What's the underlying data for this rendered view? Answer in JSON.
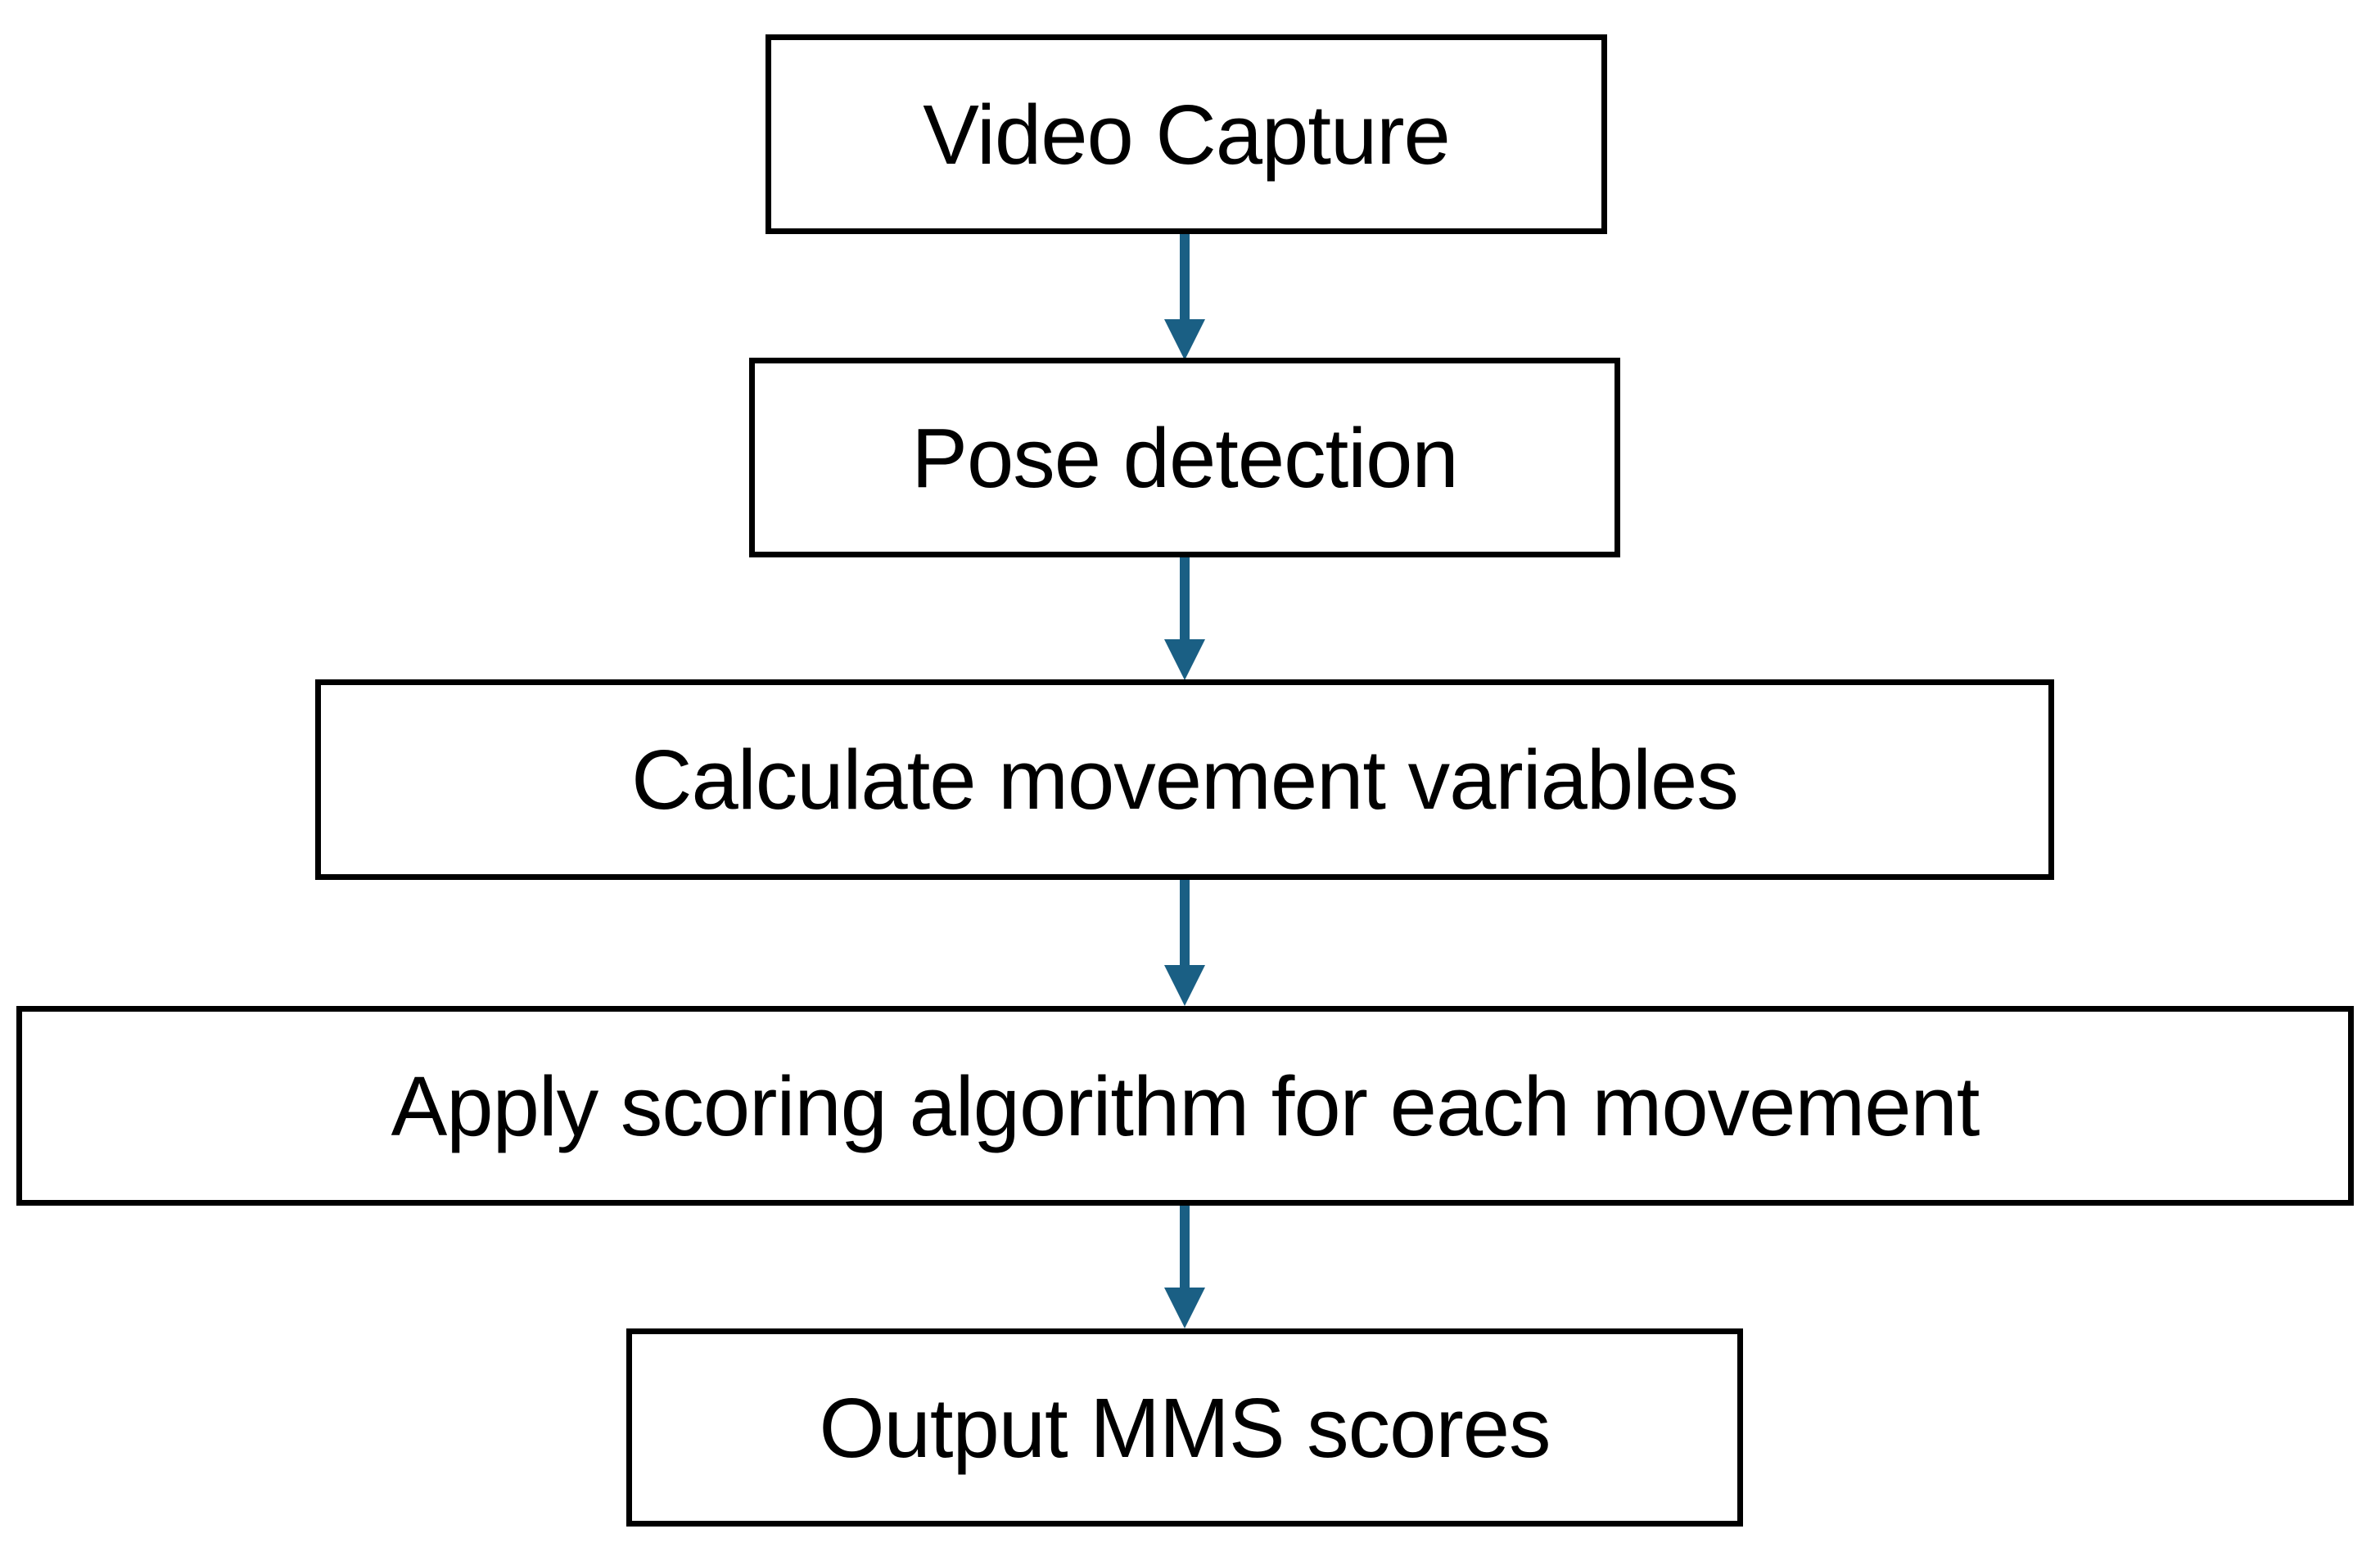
{
  "diagram": {
    "type": "flowchart",
    "orientation": "vertical",
    "background_color": "#ffffff",
    "node_border_color": "#000000",
    "node_fill_color": "#ffffff",
    "arrow_color": "#1a5f84",
    "text_color": "#000000",
    "nodes": [
      {
        "id": "video-capture",
        "label": "Video Capture"
      },
      {
        "id": "pose-detection",
        "label": "Pose detection"
      },
      {
        "id": "calculate-movement-variables",
        "label": "Calculate movement variables"
      },
      {
        "id": "apply-scoring-algorithm",
        "label": "Apply scoring algorithm for each movement"
      },
      {
        "id": "output-mms-scores",
        "label": "Output MMS scores"
      }
    ],
    "connectors": [
      {
        "id": "arrow-1",
        "from": "video-capture",
        "to": "pose-detection",
        "style": "solid-arrow-down"
      },
      {
        "id": "arrow-2",
        "from": "pose-detection",
        "to": "calculate-movement-variables",
        "style": "solid-arrow-down"
      },
      {
        "id": "arrow-3",
        "from": "calculate-movement-variables",
        "to": "apply-scoring-algorithm",
        "style": "solid-arrow-down"
      },
      {
        "id": "arrow-4",
        "from": "apply-scoring-algorithm",
        "to": "output-mms-scores",
        "style": "solid-arrow-down"
      }
    ]
  }
}
